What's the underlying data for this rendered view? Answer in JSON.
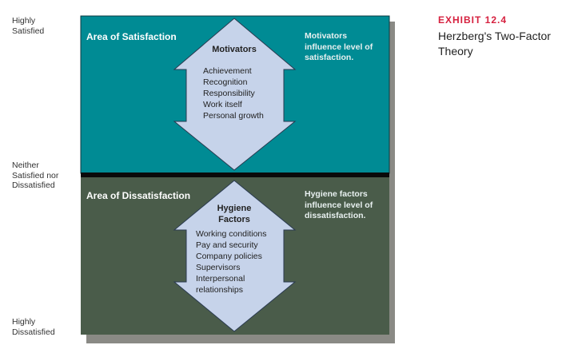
{
  "axis_labels": {
    "top": "Highly Satisfied",
    "middle": "Neither Satisfied nor Dissatisfied",
    "bottom": "Highly Dissatisfied"
  },
  "satisfaction": {
    "area_title": "Area of Satisfaction",
    "arrow_title": "Motivators",
    "items": [
      "Achievement",
      "Recognition",
      "Responsibility",
      "Work itself",
      "Personal growth"
    ],
    "note": "Motivators influence level of satisfaction."
  },
  "dissatisfaction": {
    "area_title": "Area of Dissatisfaction",
    "arrow_title": "Hygiene Factors",
    "items": [
      "Working conditions",
      "Pay and security",
      "Company policies",
      "Supervisors",
      "Interpersonal relationships"
    ],
    "note": "Hygiene factors influence level of dissatisfaction."
  },
  "exhibit": {
    "label": "EXHIBIT 12.4",
    "title": "Herzberg's Two-Factor Theory"
  },
  "colors": {
    "teal": "#008b94",
    "green": "#4a5c4a",
    "arrow": "#c6d3ea",
    "exhibit_red": "#d6213f"
  }
}
